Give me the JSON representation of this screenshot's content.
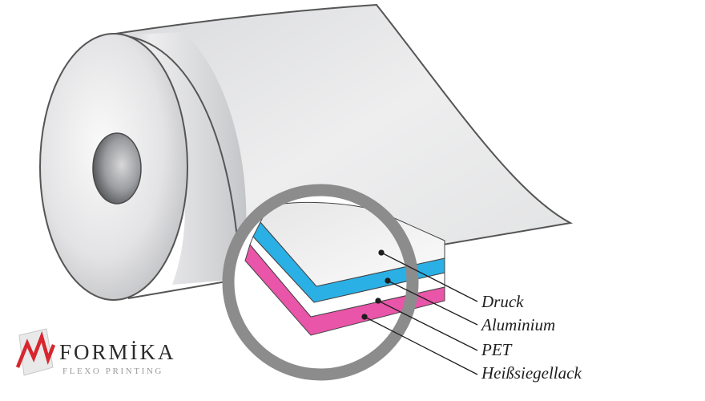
{
  "diagram": {
    "layers": [
      {
        "label": "Druck",
        "color": "#f2f2f2"
      },
      {
        "label": "Aluminium",
        "color": "#2bb0e6"
      },
      {
        "label": "PET",
        "color": "#ffffff"
      },
      {
        "label": "Heißsiegellack",
        "color": "#e955a8"
      }
    ],
    "magnifier_color": "#8c8c8c"
  },
  "logo": {
    "name": "FORMİKA",
    "tagline": "FLEXO PRINTING",
    "accent_color": "#d7262e"
  }
}
